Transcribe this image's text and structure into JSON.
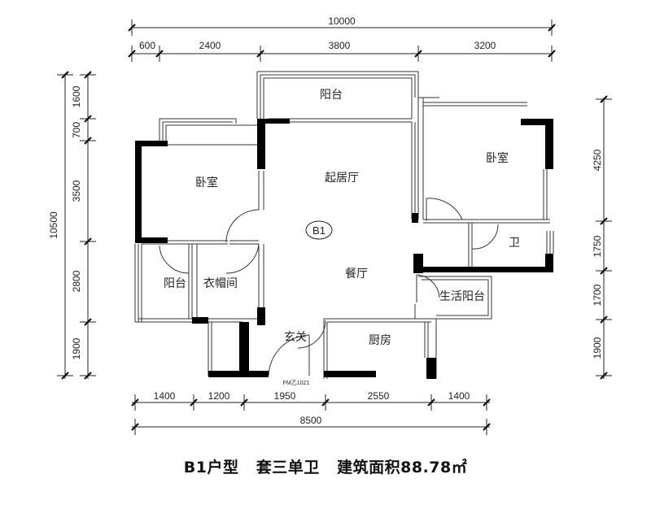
{
  "plan": {
    "unit_label": "B1",
    "door_code": "FM乙1021",
    "top_total": "10000",
    "top_segments": [
      "600",
      "2400",
      "3800",
      "3200"
    ],
    "bottom_segments": [
      "1400",
      "1200",
      "1950",
      "2550",
      "1400"
    ],
    "bottom_total": "8500",
    "left_total": "10500",
    "left_segments": [
      "1600",
      "700",
      "3500",
      "2800",
      "1900"
    ],
    "right_segments": [
      "4250",
      "1750",
      "1700",
      "1900"
    ],
    "rooms": {
      "balcony_top": "阳台",
      "living_room": "起居厅",
      "bedroom_left": "卧室",
      "bedroom_right": "卧室",
      "dining_room": "餐厅",
      "bathroom": "卫",
      "balcony_left": "阳台",
      "cloakroom": "衣帽间",
      "service_balcony": "生活阳台",
      "entrance": "玄关",
      "kitchen": "厨房"
    }
  },
  "caption": "B1户型   套三单卫   建筑面积88.78㎡"
}
